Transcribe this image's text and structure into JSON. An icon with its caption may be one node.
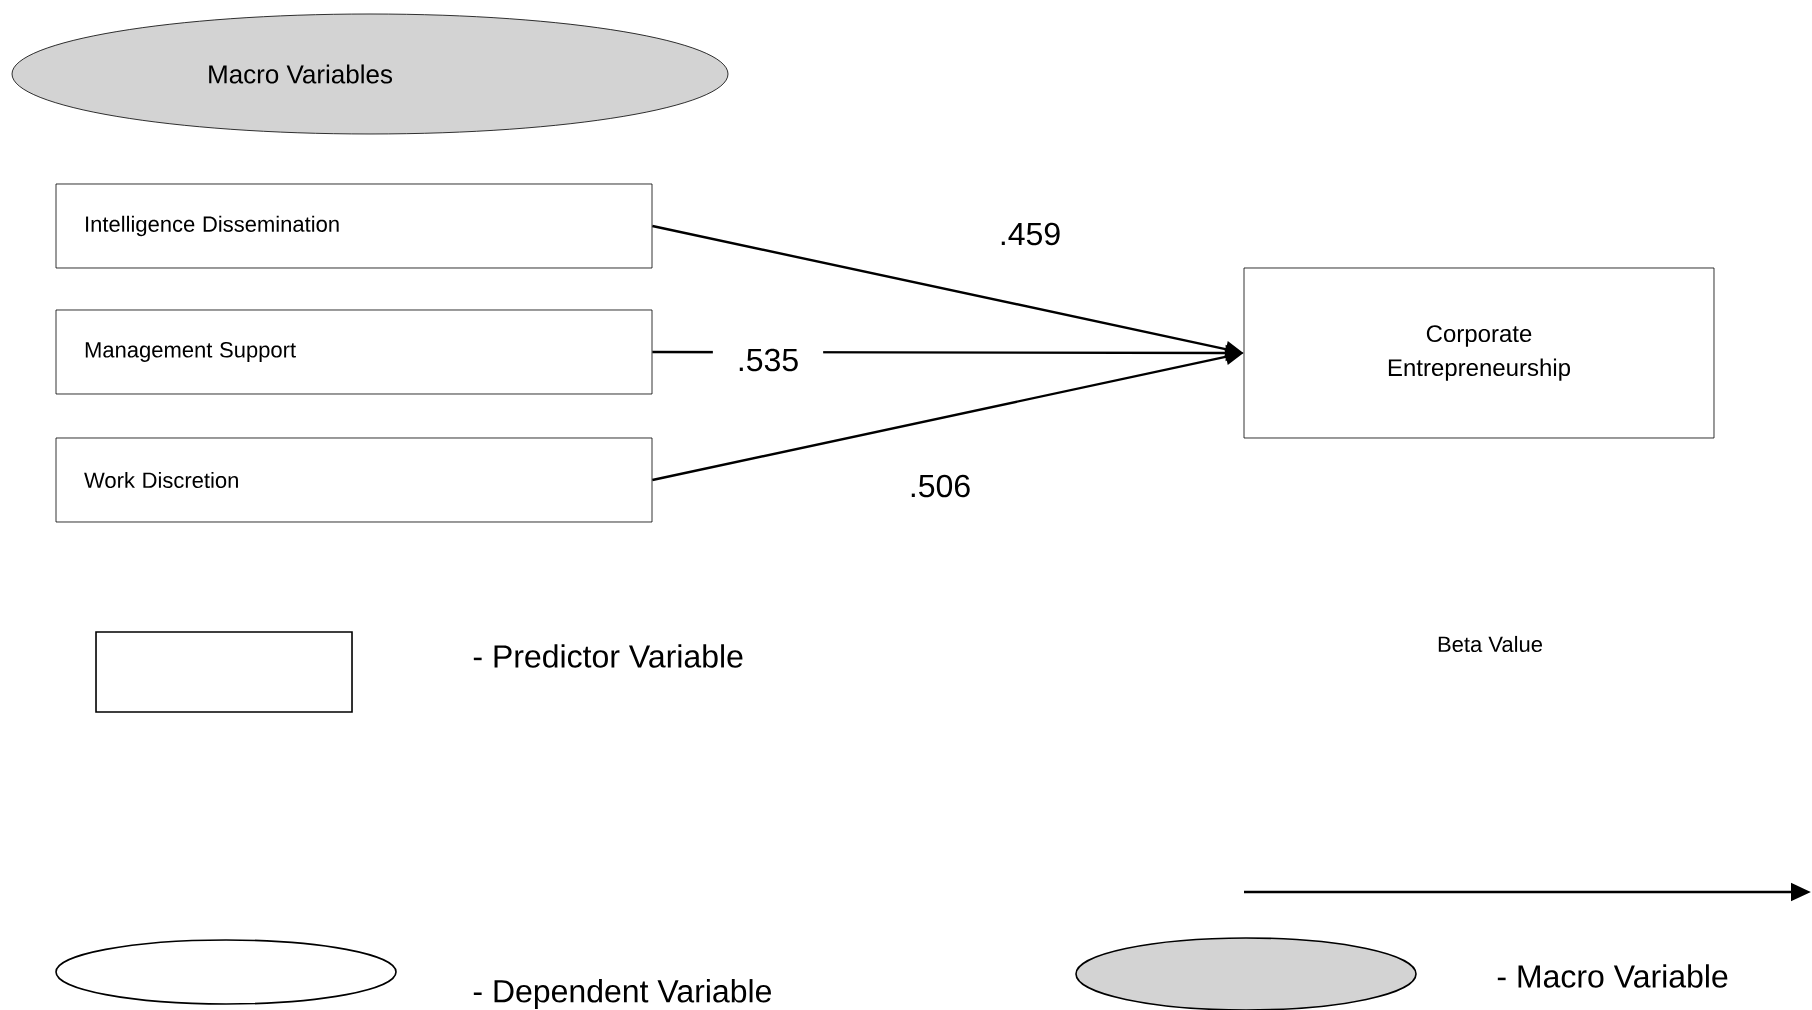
{
  "diagram": {
    "nodes": [
      {
        "text": [
          "Macro Variables"
        ]
      },
      {
        "text": [
          "Intelligence Dissemination"
        ]
      },
      {
        "text": [
          "Management Support"
        ]
      },
      {
        "text": [
          "Work Discretion"
        ]
      },
      {
        "text": [
          "Corporate Entrepreneurship"
        ]
      }
    ],
    "edges": [
      {
        "from": 1,
        "to": 4,
        "arrow": "to",
        "label": ".459"
      },
      {
        "from": 2,
        "to": 4,
        "arrow": "to",
        "label": ".535"
      },
      {
        "from": 3,
        "to": 4,
        "arrow": "to",
        "label": ".506"
      }
    ],
    "legend": [
      {
        "text": "- Predictor Variable"
      },
      {
        "text": "Beta Value"
      },
      {
        "text": "- Dependent Variable"
      },
      {
        "text": "- Macro Variable"
      }
    ]
  }
}
